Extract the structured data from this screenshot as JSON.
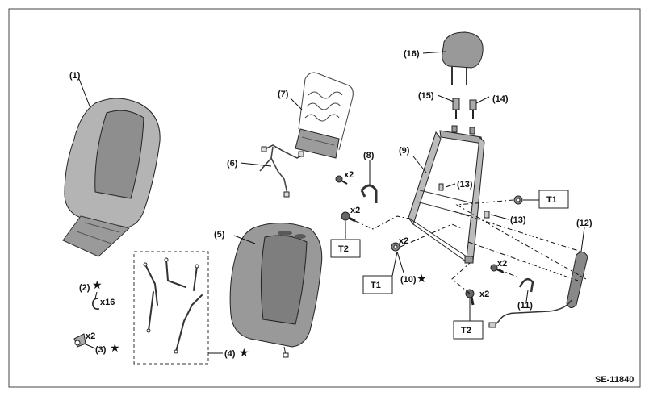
{
  "figure_code": "SE-11840",
  "labels": {
    "p1": "(1)",
    "p2": "(2)",
    "p3": "(3)",
    "p4": "(4)",
    "p5": "(5)",
    "p6": "(6)",
    "p7": "(7)",
    "p8": "(8)",
    "p9": "(9)",
    "p10": "(10)",
    "p11": "(11)",
    "p12": "(12)",
    "p13a": "(13)",
    "p13b": "(13)",
    "p14": "(14)",
    "p15": "(15)",
    "p16": "(16)"
  },
  "quantities": {
    "q2": "x16",
    "q3": "x2",
    "q8": "x2",
    "qT2a": "x2",
    "q10": "x2",
    "q11": "x2",
    "qT2b": "x2"
  },
  "star_symbol": "★",
  "torque": {
    "t1": "T1",
    "t1b": "T1",
    "t2a": "T2",
    "t2b": "T2"
  }
}
